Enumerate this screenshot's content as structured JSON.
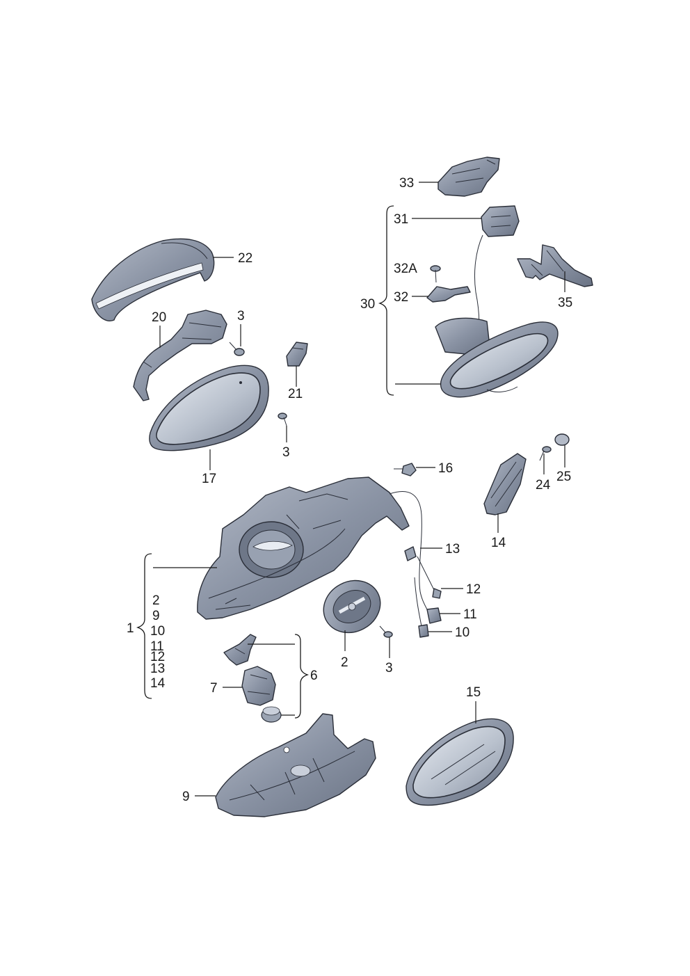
{
  "labels": {
    "p33": "33",
    "p31": "31",
    "p32a": "32A",
    "p32": "32",
    "p30": "30",
    "p35": "35",
    "p22": "22",
    "p20": "20",
    "p3a": "3",
    "p21": "21",
    "p3b": "3",
    "p17": "17",
    "p16": "16",
    "p24": "24",
    "p25": "25",
    "p14": "14",
    "p13": "13",
    "p12": "12",
    "p11": "11",
    "p10": "10",
    "p1": "1",
    "g1_2": "2",
    "g1_9": "9",
    "g1_10": "10",
    "g1_11": "11",
    "g1_12": "12",
    "g1_13": "13",
    "g1_14": "14",
    "p2": "2",
    "p3c": "3",
    "p6": "6",
    "p7": "7",
    "p15": "15",
    "p9": "9"
  },
  "colors": {
    "part_fill": "#8f98a8",
    "part_dark": "#6e7788",
    "part_light": "#c9cfda",
    "line": "#1a1a1a"
  }
}
